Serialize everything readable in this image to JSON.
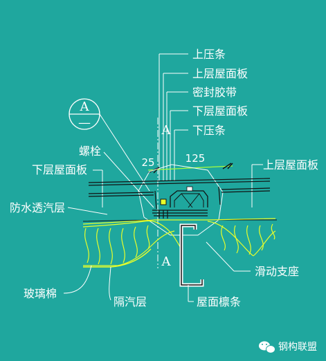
{
  "labels": {
    "top_press_strip": "上压条",
    "upper_roof_panel": "上层屋面板",
    "sealing_tape": "密封胶带",
    "lower_roof_panel": "下层屋面板",
    "lower_press_strip": "下压条",
    "bolt": "螺栓",
    "lower_roof_panel_left": "下层屋面板",
    "upper_roof_panel_right": "上层屋面板",
    "waterproof_layer": "防水透汽层",
    "sliding_support": "滑动支座",
    "glass_wool": "玻璃棉",
    "vapor_barrier": "隔汽层",
    "purlin": "屋面檩条"
  },
  "section": {
    "top": "A",
    "bottom": "—",
    "mark_upper": "A",
    "mark_lower": "A"
  },
  "dimensions": {
    "d1": "25",
    "d2": "125"
  },
  "watermark": {
    "text": "钢构联盟"
  },
  "colors": {
    "background": "#1fa79e",
    "insulation": "#e8ff2a",
    "dimension": "#a8ff3c",
    "line": "#ffffff",
    "dark": "#111111"
  }
}
